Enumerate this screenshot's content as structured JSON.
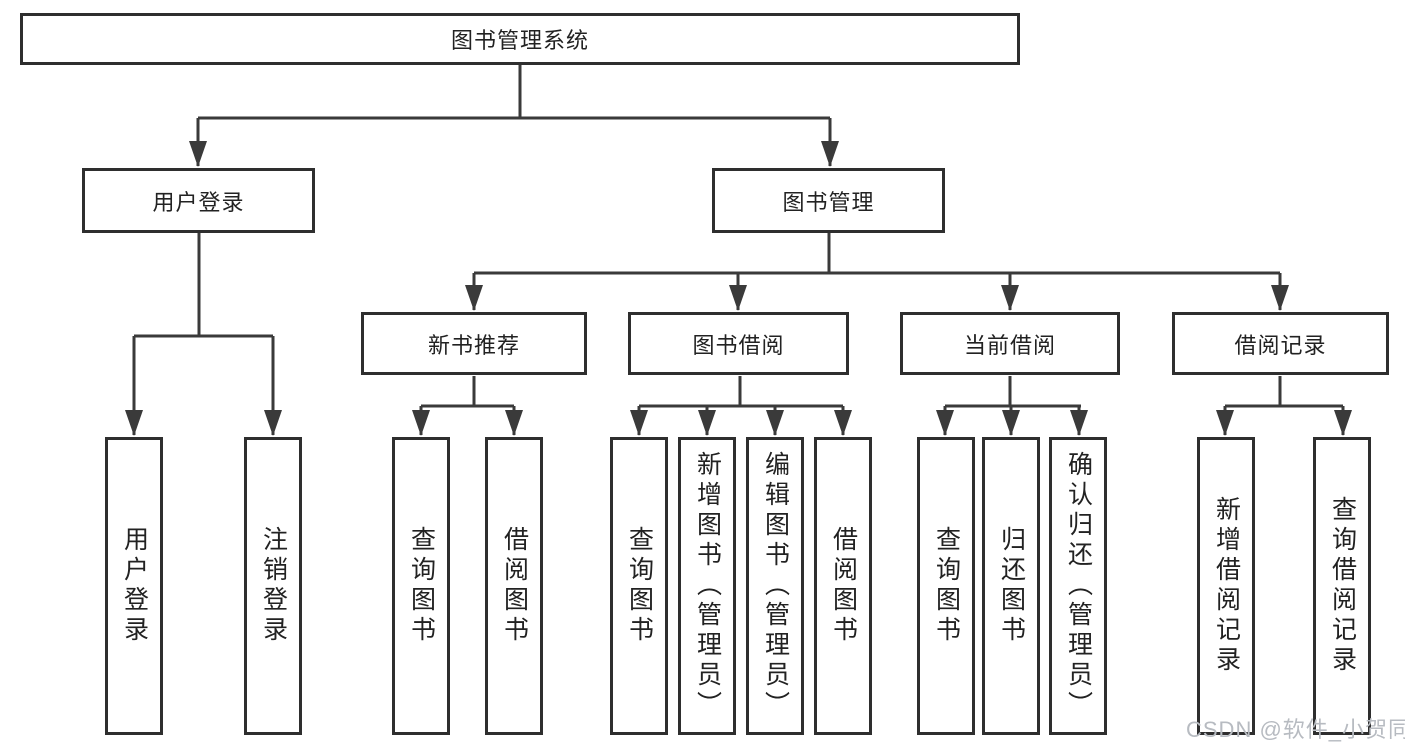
{
  "tree": {
    "label": "图书管理系统",
    "children": [
      {
        "label": "用户登录",
        "children": [
          {
            "label": "用户登录"
          },
          {
            "label": "注销登录"
          }
        ]
      },
      {
        "label": "图书管理",
        "children": [
          {
            "label": "新书推荐",
            "children": [
              {
                "label": "查询图书"
              },
              {
                "label": "借阅图书"
              }
            ]
          },
          {
            "label": "图书借阅",
            "children": [
              {
                "label": "查询图书"
              },
              {
                "label": "新增图书（管理员）"
              },
              {
                "label": "编辑图书（管理员）"
              },
              {
                "label": "借阅图书"
              }
            ]
          },
          {
            "label": "当前借阅",
            "children": [
              {
                "label": "查询图书"
              },
              {
                "label": "归还图书"
              },
              {
                "label": "确认归还（管理员）"
              }
            ]
          },
          {
            "label": "借阅记录",
            "children": [
              {
                "label": "新增借阅记录"
              },
              {
                "label": "查询借阅记录"
              }
            ]
          }
        ]
      }
    ]
  },
  "watermark": {
    "text": "CSDN @软件_小贺同学"
  },
  "colors": {
    "line": "#3a3a3a",
    "box_border": "#2e2e2e",
    "text": "#222222",
    "watermark": "#b7bbc1",
    "background": "#ffffff"
  }
}
